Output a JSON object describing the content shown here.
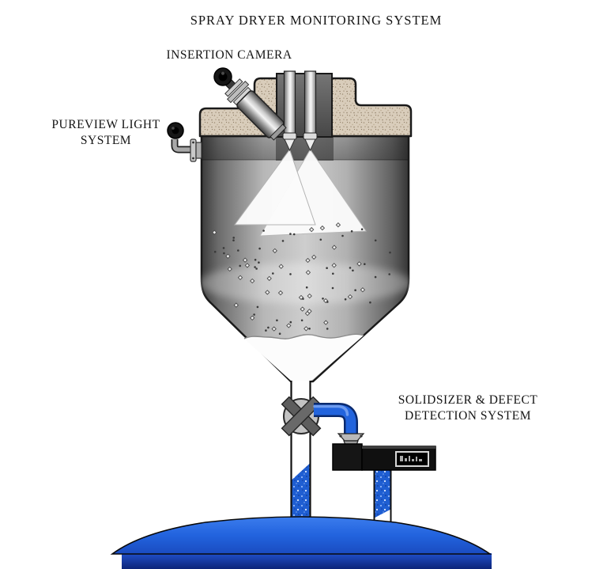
{
  "title": "SPRAY DRYER MONITORING SYSTEM",
  "labels": {
    "insertion_camera": "INSERTION CAMERA",
    "pureview_light": {
      "line1": "PUREVIEW LIGHT",
      "line2": "SYSTEM"
    },
    "solidsizer": {
      "line1": "SOLIDSIZER & DEFECT",
      "line2": "DETECTION SYSTEM"
    }
  },
  "components": {
    "vessel": "spray dryer chamber",
    "insertion_camera": "angled insertion camera on roof",
    "pureview_light": "side-mounted light system",
    "solidsizer": "solidsizer and defect detection unit",
    "valve": "discharge butterfly valve",
    "tank": "blue product storage tank"
  },
  "colors": {
    "label_text": "#141414",
    "insulation_tan": "#d9cdbb",
    "vessel_light": "#cdcdcd",
    "vessel_dark": "#3e3e3e",
    "spray_white": "#fbfbfb",
    "powder_white": "#fcfcfc",
    "pipe_blue": "#2264dd",
    "pipe_blue_dark": "#0a2a6e",
    "tank_blue_top": "#3b7ced",
    "tank_blue_bottom": "#0e2a85",
    "device_black": "#101010"
  },
  "particles": {
    "count": 84,
    "seed": 12
  }
}
